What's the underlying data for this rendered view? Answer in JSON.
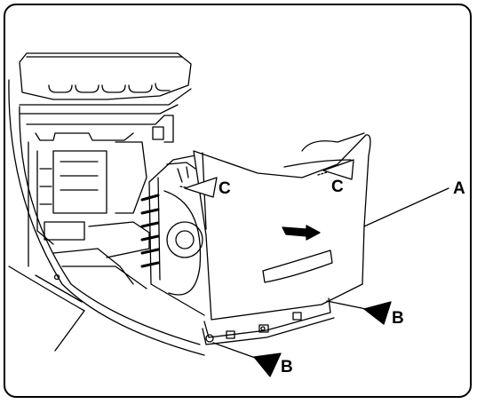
{
  "callouts": {
    "a": "A",
    "b_upper": "B",
    "b_lower": "B",
    "c_left": "C",
    "c_right": "C"
  },
  "colors": {
    "line": "#000000",
    "background": "#ffffff"
  }
}
